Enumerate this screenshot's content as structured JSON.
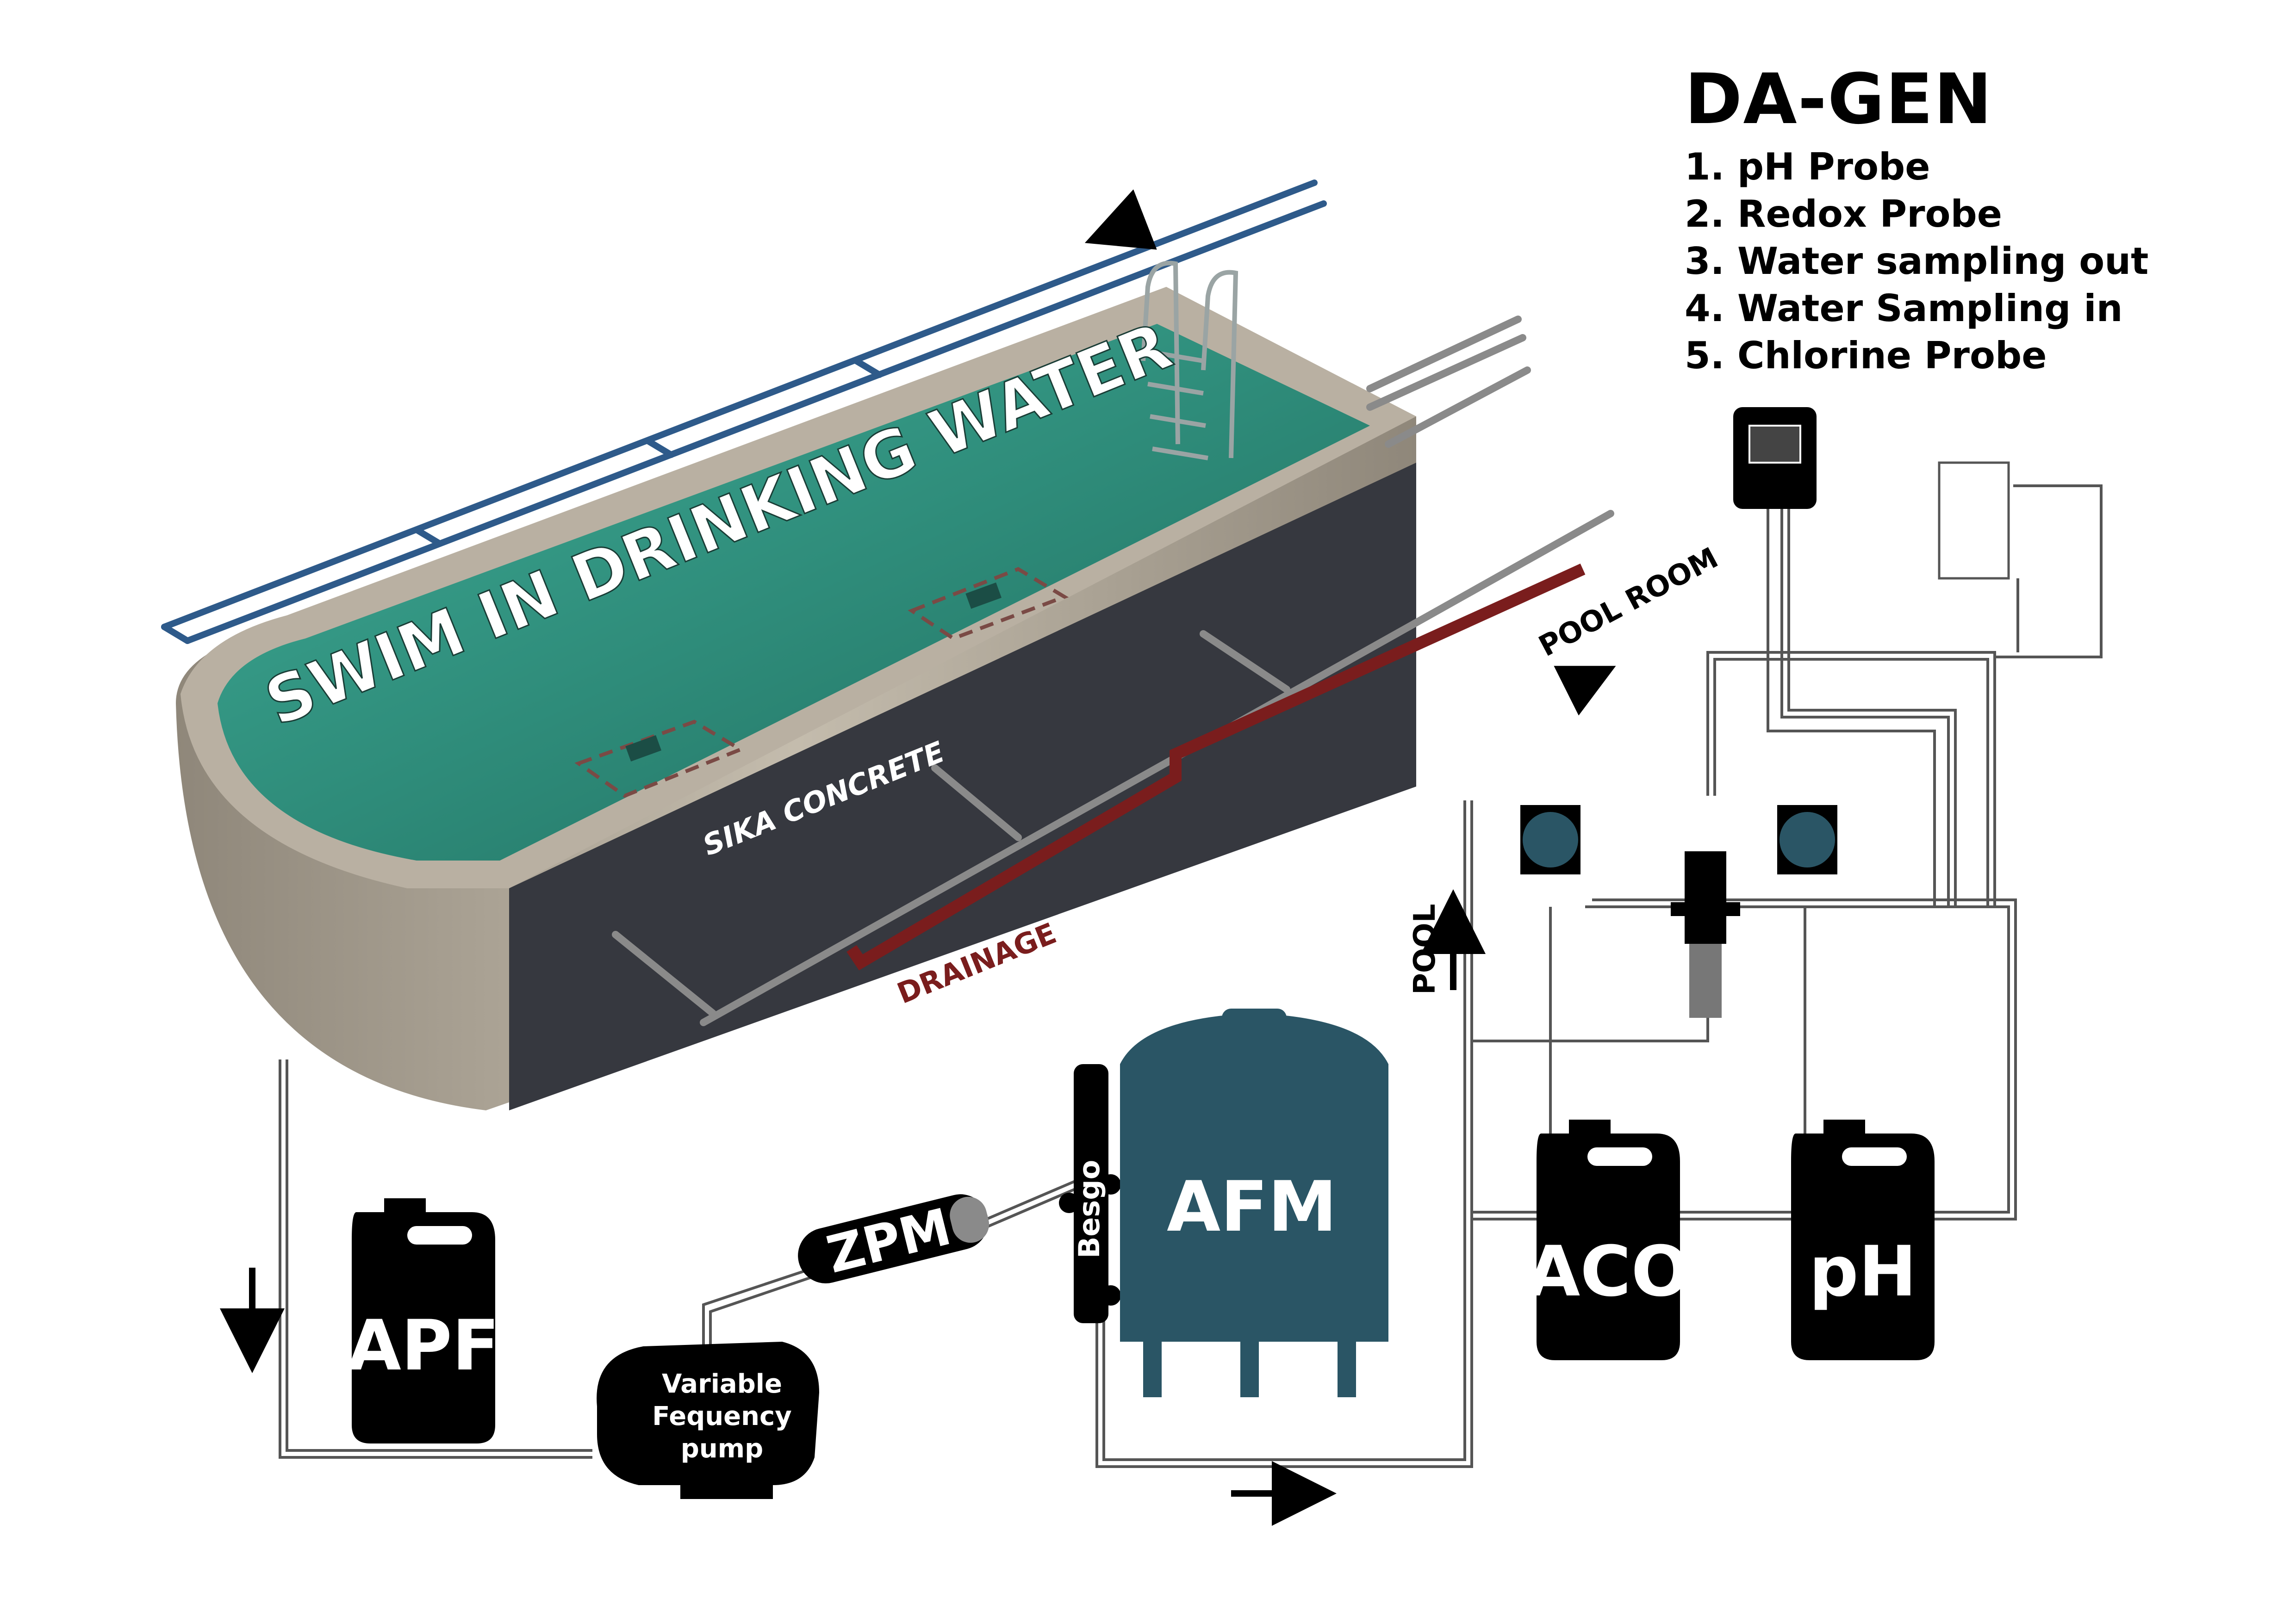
{
  "pool": {
    "title": "SWIM IN DRINKING WATER",
    "wall_label": "SIKA CONCRETE",
    "drainage_label": "DRAINAGE",
    "room_label": "POOL ROOM",
    "water_color": "#2f8f7d",
    "wall_color": "#36383f",
    "rim_color": "#b0a797"
  },
  "legend": {
    "title": "DA-GEN",
    "items": [
      "1. pH Probe",
      "2. Redox Probe",
      "3. Water sampling out",
      "4. Water Sampling in",
      "5. Chlorine Probe"
    ]
  },
  "equipment": {
    "apf_label": "APF",
    "pump_label_lines": [
      "Variable",
      "Fequency",
      "pump"
    ],
    "zpm_label": "ZPM",
    "besgo_label": "Besgo",
    "afm_label": "AFM",
    "aco_label": "ACO",
    "ph_label": "pH",
    "pool_return_label": "POOL",
    "tank_color": "#2a5565",
    "dosing_head_color": "#2a5565"
  }
}
